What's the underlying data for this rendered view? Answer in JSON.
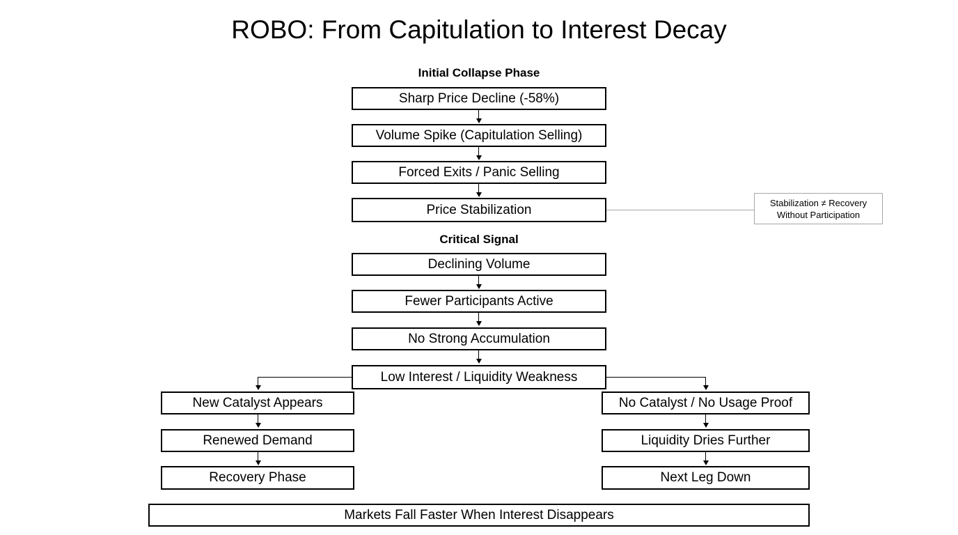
{
  "title": "ROBO: From Capitulation to Interest Decay",
  "sections": [
    {
      "id": "initial-collapse",
      "label": "Initial Collapse Phase"
    },
    {
      "id": "critical-signal",
      "label": "Critical Signal"
    }
  ],
  "nodes": {
    "sharp_price_decline": "Sharp Price Decline (-58%)",
    "volume_spike": "Volume Spike (Capitulation Selling)",
    "forced_exits": "Forced Exits / Panic Selling",
    "price_stabilization": "Price Stabilization",
    "declining_volume": "Declining Volume",
    "fewer_participants": "Fewer Participants Active",
    "no_strong_accumulation": "No Strong Accumulation",
    "low_interest": "Low Interest / Liquidity Weakness",
    "new_catalyst": "New Catalyst Appears",
    "renewed_demand": "Renewed Demand",
    "recovery_phase": "Recovery Phase",
    "no_catalyst": "No Catalyst / No Usage Proof",
    "liquidity_dries": "Liquidity Dries Further",
    "next_leg_down": "Next Leg Down",
    "conclusion": "Markets Fall Faster When Interest Disappears"
  },
  "annotation": {
    "line1": "Stabilization ≠ Recovery",
    "line2": "Without Participation"
  },
  "colors": {
    "background": "#ffffff",
    "node_border": "#000000",
    "text": "#000000",
    "annotation_border": "#a6a6a6",
    "annotation_line": "#a8a8a8"
  }
}
